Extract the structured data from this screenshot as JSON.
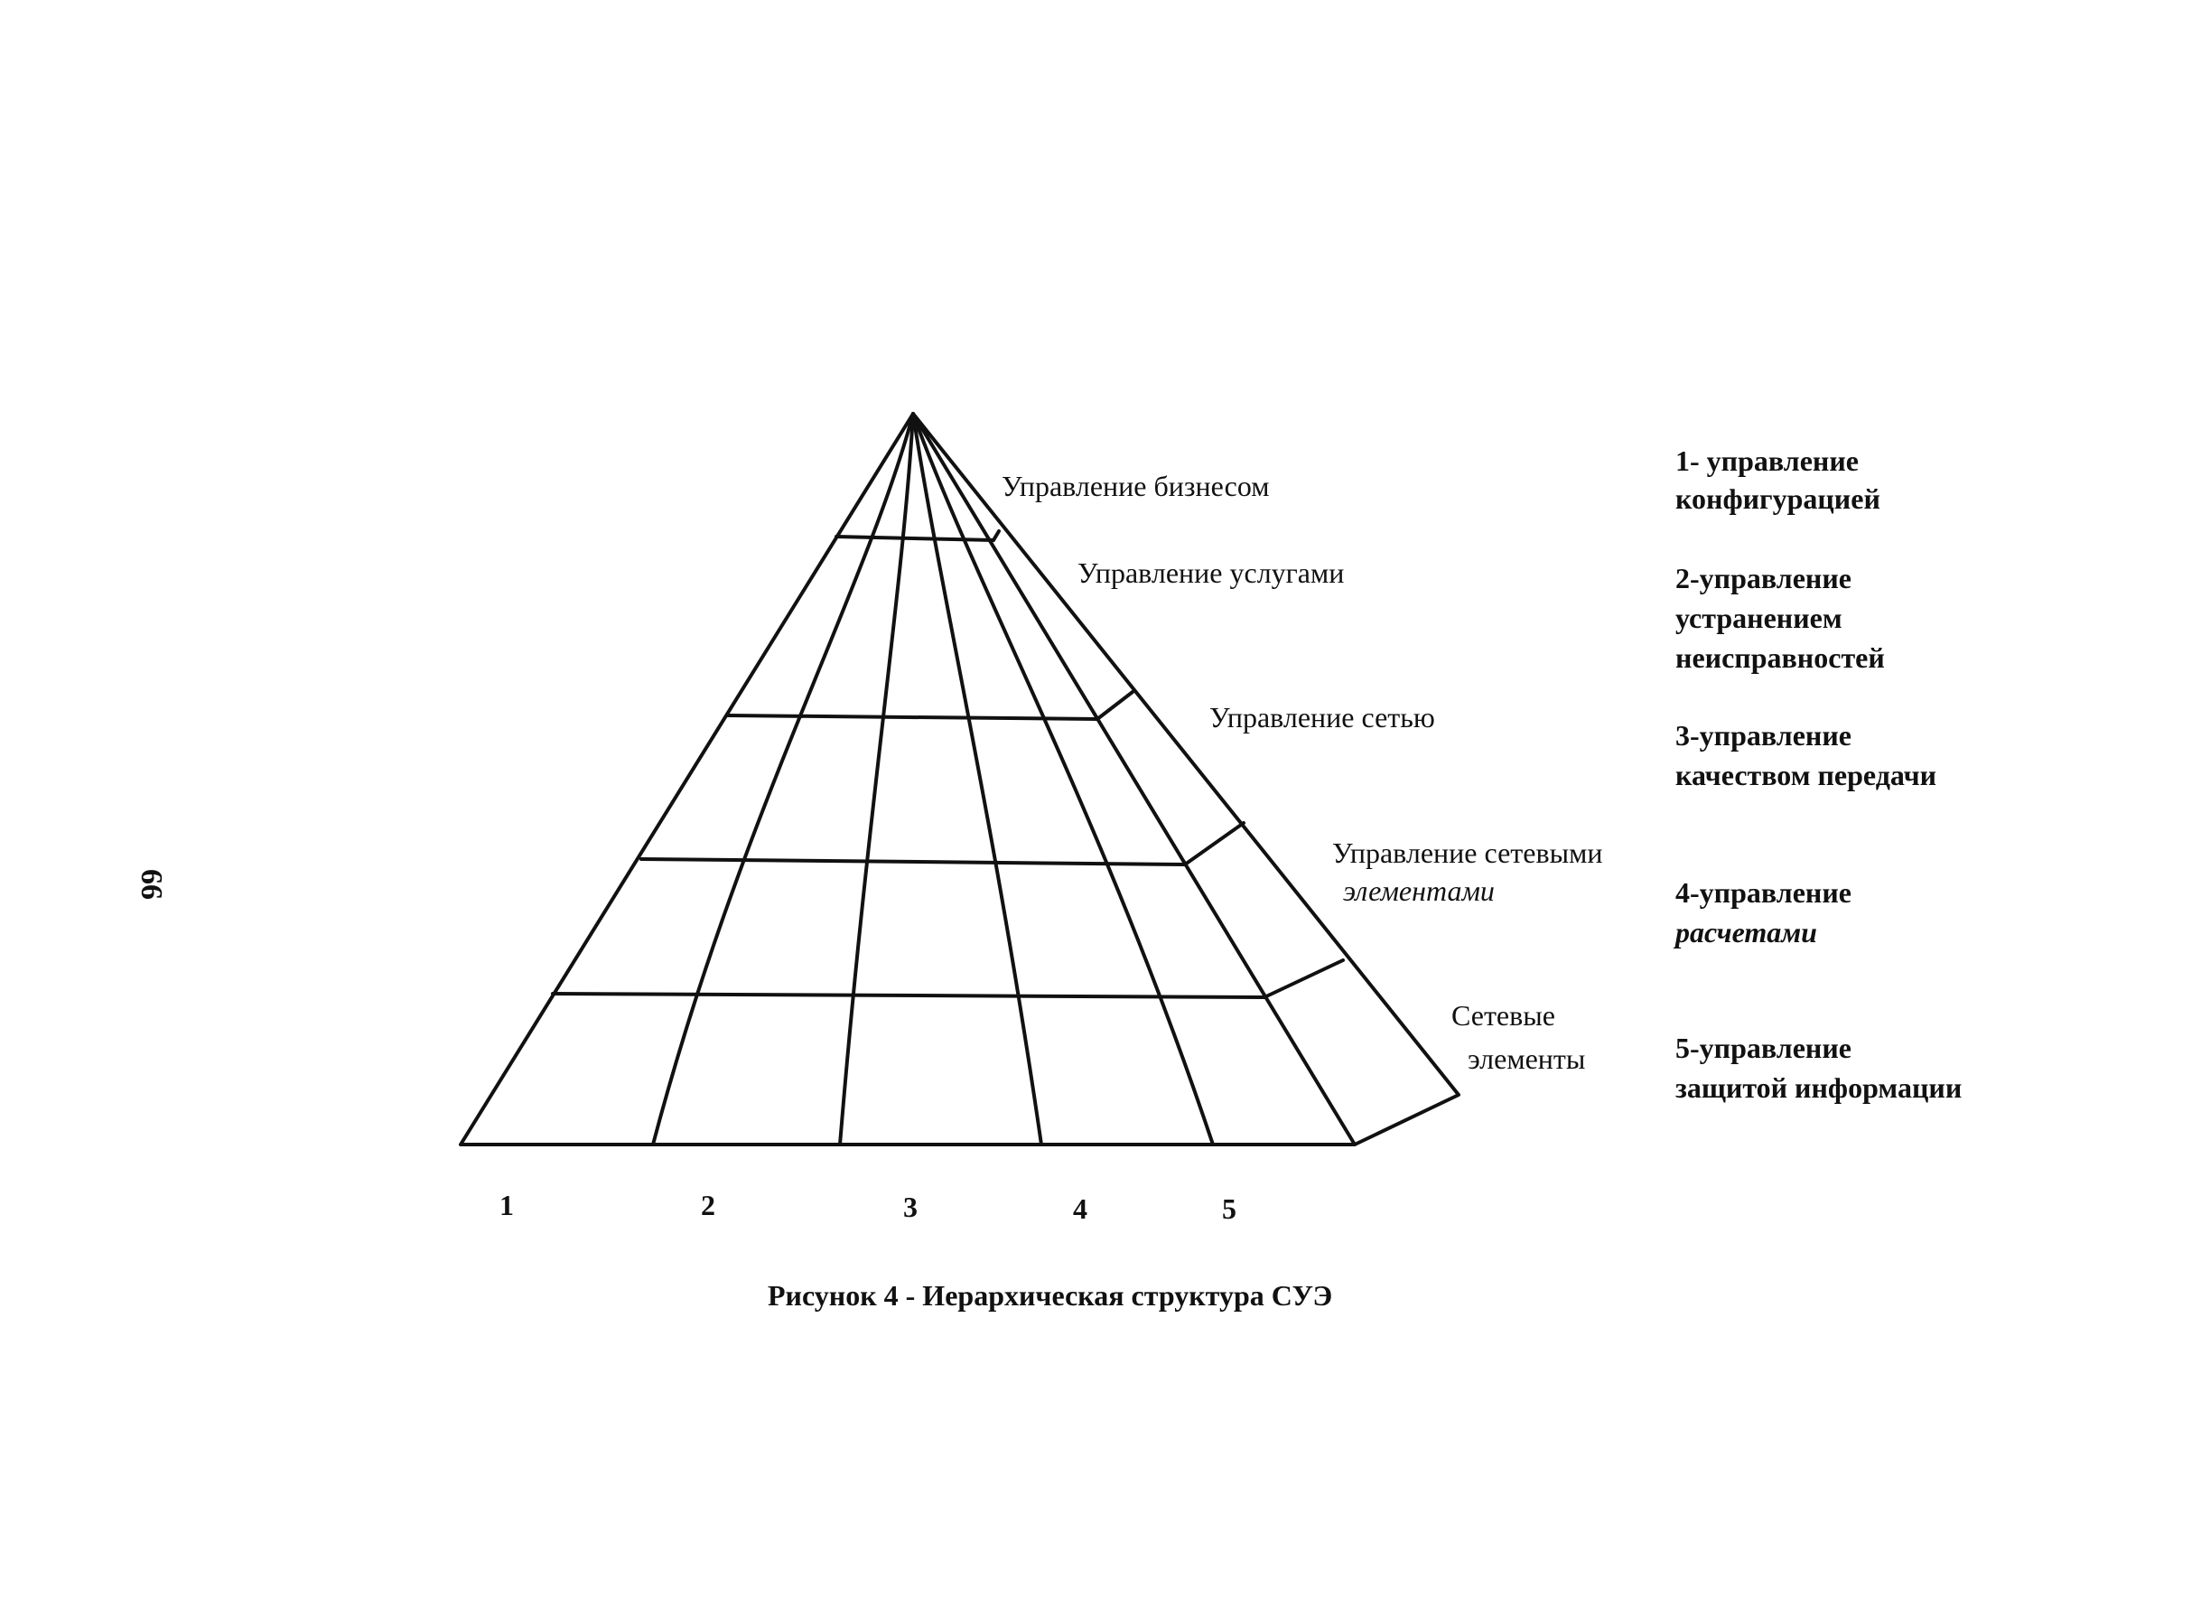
{
  "page_number": "66",
  "levels": [
    "Управление бизнесом",
    "Управление услугами",
    "Управление сетью",
    "Управление сетевыми",
    "элементами",
    "Сетевые",
    "элементы"
  ],
  "columns": [
    "1",
    "2",
    "3",
    "4",
    "5"
  ],
  "legend": {
    "item1": [
      "1- управление",
      "конфигурацией"
    ],
    "item2": [
      "2-управление",
      "устранением",
      "неисправностей"
    ],
    "item3": [
      "3-управление",
      "качеством передачи"
    ],
    "item4": [
      "4-управление",
      "расчетами"
    ],
    "item5": [
      "5-управление",
      "защитой информации"
    ]
  },
  "caption": "Рисунок 4 - Иерархическая структура СУЭ"
}
